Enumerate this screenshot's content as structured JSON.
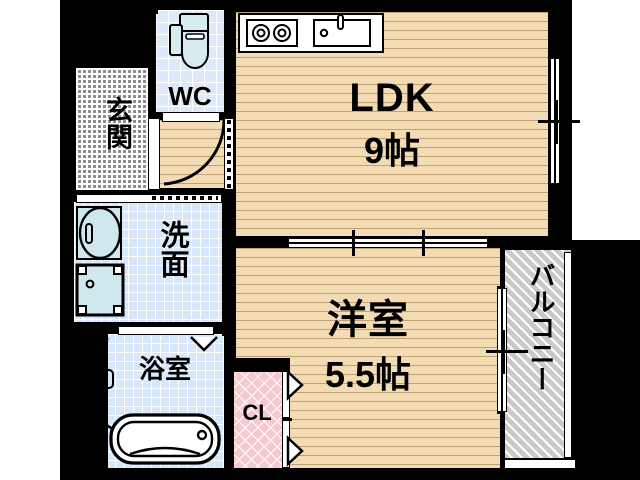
{
  "plan": {
    "type": "japanese-floor-plan",
    "layout_name": "1LDK",
    "rooms": [
      {
        "id": "ldk",
        "label": "LDK",
        "size": "9帖",
        "floor": "wood"
      },
      {
        "id": "washitsu",
        "label": "洋室",
        "size": "5.5帖",
        "floor": "wood"
      },
      {
        "id": "genkan",
        "label": "玄\n関",
        "size": "",
        "floor": "tile-gray"
      },
      {
        "id": "wc",
        "label": "WC",
        "size": "",
        "floor": "tile-blue"
      },
      {
        "id": "senmen",
        "label": "洗\n面",
        "size": "",
        "floor": "tile-blue"
      },
      {
        "id": "yokushitsu",
        "label": "浴室",
        "size": "",
        "floor": "tile-blue"
      },
      {
        "id": "closet",
        "label": "CL",
        "size": "",
        "floor": "hatch-pink"
      },
      {
        "id": "balcony",
        "label": "バルコニー",
        "size": "",
        "floor": "hatch-gray"
      }
    ],
    "labels": {
      "ldk_name": "LDK",
      "ldk_size": "9帖",
      "room_name": "洋室",
      "room_size": "5.5帖",
      "genkan_1": "玄",
      "genkan_2": "関",
      "wc": "WC",
      "senmen_1": "洗",
      "senmen_2": "面",
      "yokushitsu": "浴室",
      "closet": "CL",
      "balcony": "バルコニー"
    },
    "fixtures": [
      {
        "name": "gas-stove",
        "room": "ldk",
        "detail": "2-burner cooktop"
      },
      {
        "name": "kitchen-sink",
        "room": "ldk",
        "detail": "sink with faucet"
      },
      {
        "name": "toilet",
        "room": "wc",
        "detail": "western toilet with tank"
      },
      {
        "name": "washbasin",
        "room": "senmen",
        "detail": "oval vanity basin"
      },
      {
        "name": "washer-pan",
        "room": "senmen",
        "detail": "washing machine pan"
      },
      {
        "name": "bathtub",
        "room": "yokushitsu",
        "detail": "rectangular tub"
      }
    ],
    "openings": [
      {
        "name": "entrance-door",
        "type": "hinged-door",
        "location": "genkan"
      },
      {
        "name": "wc-door",
        "type": "hinged-door",
        "location": "wc"
      },
      {
        "name": "senmen-door",
        "type": "sliding-door",
        "location": "senmen"
      },
      {
        "name": "bath-door",
        "type": "folding-door",
        "location": "yokushitsu"
      },
      {
        "name": "ldk-room-door",
        "type": "sliding-door",
        "location": "between LDK and 洋室"
      },
      {
        "name": "closet-door",
        "type": "folding-door",
        "location": "closet"
      },
      {
        "name": "ldk-window",
        "type": "sliding-window",
        "location": "LDK east wall"
      },
      {
        "name": "balcony-door",
        "type": "sliding-glass-door",
        "location": "洋室 to balcony"
      }
    ],
    "colors": {
      "wall": "#000000",
      "wood_floor": "#f3dcb4",
      "blue_tile": "#dce9fa",
      "gray_tile": "#8d8d8d",
      "pink_hatch": "#f6c9ce",
      "gray_hatch": "#c9c9c9",
      "fixture_fill": "#cfe8ee",
      "background": "#ffffff"
    }
  }
}
